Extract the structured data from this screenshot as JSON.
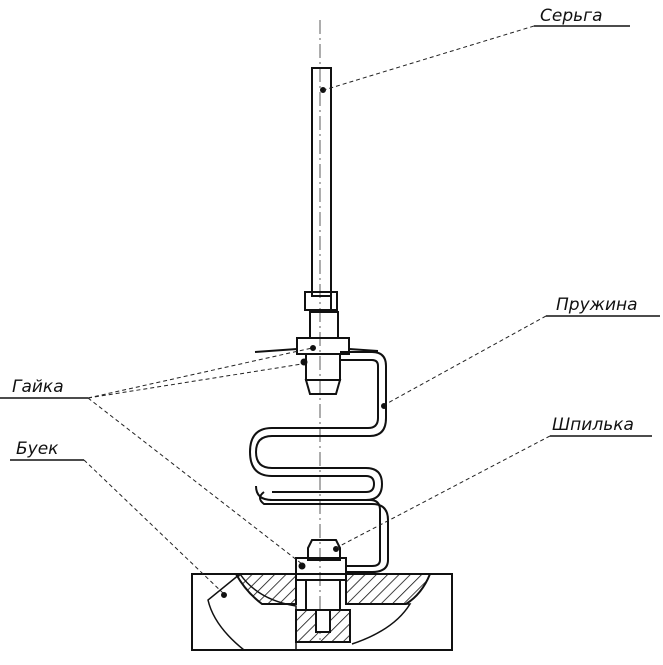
{
  "labels": {
    "serga": "Серьга",
    "pruzhina": "Пружина",
    "gayka": "Гайка",
    "shpilka": "Шпилька",
    "buek": "Буек"
  }
}
